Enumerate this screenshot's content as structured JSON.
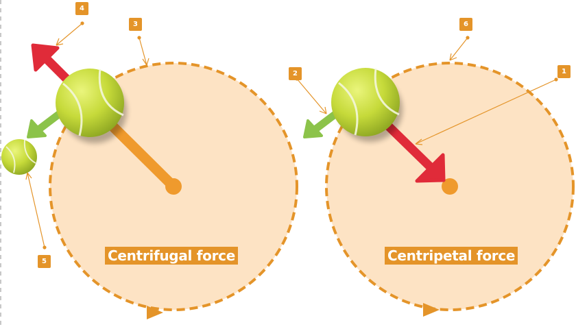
{
  "diagram": {
    "left_panel": {
      "caption": "Centrifugal force"
    },
    "right_panel": {
      "caption": "Centripetal force"
    },
    "callouts": [
      {
        "id": "1",
        "label": "1"
      },
      {
        "id": "2",
        "label": "2"
      },
      {
        "id": "3",
        "label": "3"
      },
      {
        "id": "4",
        "label": "4"
      },
      {
        "id": "5",
        "label": "5"
      },
      {
        "id": "6",
        "label": "6"
      }
    ],
    "colors": {
      "circle_fill": "#fde3c4",
      "orbit_dash": "#e49429",
      "rope": "#ef9a2d",
      "force_arrow_red": "#e02b39",
      "velocity_arrow_green": "#8cc34a",
      "ball": "#c9dc3a",
      "callout_badge": "#e49429",
      "caption_bg": "#e49429"
    },
    "icons": [
      "tennis-ball-icon",
      "arrow-icon"
    ]
  }
}
